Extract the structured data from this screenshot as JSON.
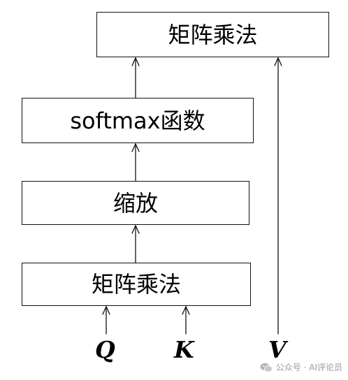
{
  "diagram": {
    "boxes": {
      "top": "矩阵乘法",
      "softmax": "softmax函数",
      "scale": "缩放",
      "bottom": "矩阵乘法"
    },
    "inputs": {
      "q": "Q",
      "k": "K",
      "v": "V"
    }
  },
  "watermark": {
    "text": "公众号 · AI评论员",
    "icon": "wechat-icon"
  },
  "colors": {
    "line": "#111111",
    "background": "#ffffff",
    "watermark": "#9a9a9a"
  }
}
